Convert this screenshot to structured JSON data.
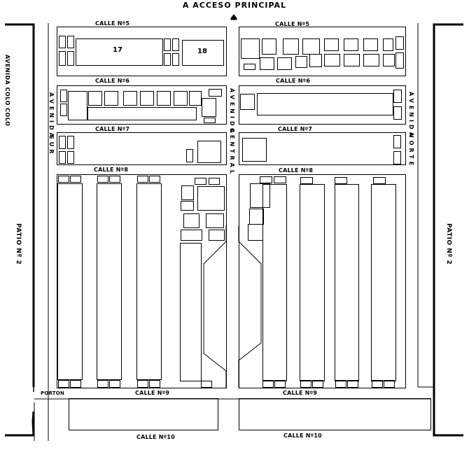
{
  "header": {
    "title": "A ACCESO PRINCIPAL"
  },
  "streets": {
    "calle5_left": "CALLE Nº5",
    "calle5_right": "CALLE Nº5",
    "calle6_left": "CALLE Nº6",
    "calle6_right": "CALLE Nº6",
    "calle7_left": "CALLE Nº7",
    "calle7_right": "CALLE Nº7",
    "calle8_left": "CALLE Nº8",
    "calle8_right": "CALLE Nº8",
    "calle9_left": "CALLE Nº9",
    "calle9_right": "CALLE Nº9",
    "calle10_left": "CALLE Nº10",
    "calle10_right": "CALLE Nº10"
  },
  "avenues": {
    "colo_colo": "AVENIDA COLO COLO",
    "sur_1": "AVENIDA",
    "sur_2": "SUR",
    "central_1": "AVENIDA",
    "central_2": "CENTRAL",
    "norte_1": "AVENIDA",
    "norte_2": "NORTE"
  },
  "areas": {
    "patio_left": "PATIO Nº 2",
    "patio_right": "PATIO Nº 2",
    "porton": "PORTON"
  },
  "buildings": {
    "b17": "17",
    "b18": "18"
  }
}
